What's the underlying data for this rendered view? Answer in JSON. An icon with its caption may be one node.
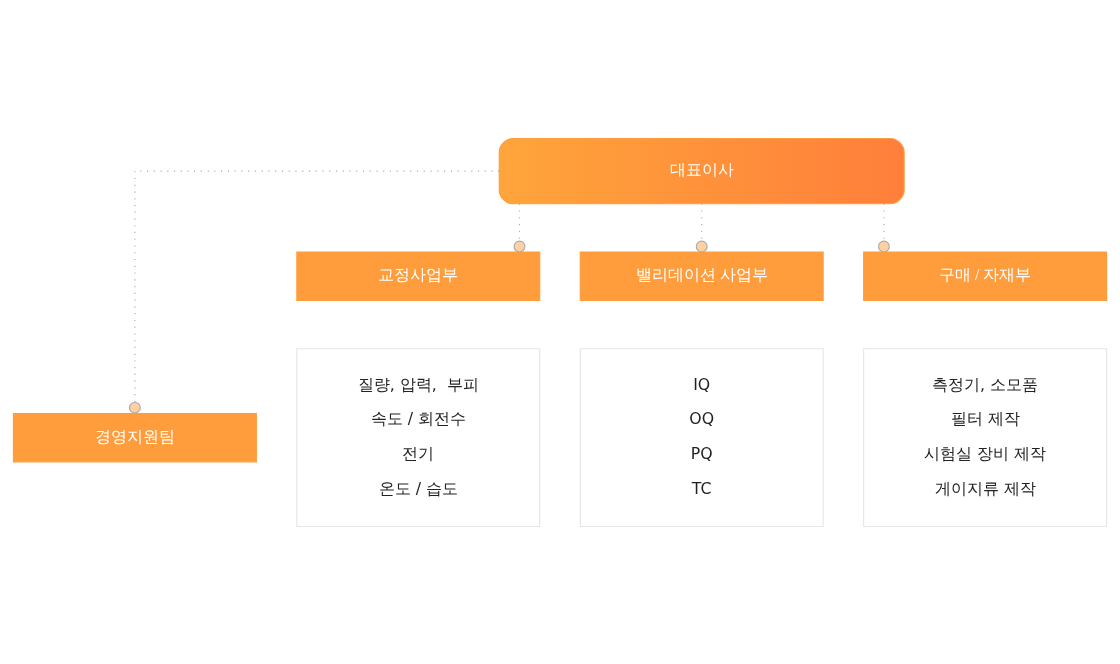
{
  "diagram": {
    "nodes": [
      {
        "text": [
          "대표이사"
        ]
      },
      {
        "text": [
          "경영지원팀"
        ]
      },
      {
        "text": [
          "교정사업부"
        ]
      },
      {
        "text": [
          "밸리데이션 사업부"
        ]
      },
      {
        "text": [
          "구매 / 자재부"
        ]
      },
      {
        "text": [
          "질량, 압력,  부피",
          "속도 / 회전수",
          "전기",
          "온도 / 습도"
        ]
      },
      {
        "text": [
          "IQ",
          "OQ",
          "PQ",
          "TC"
        ]
      },
      {
        "text": [
          "측정기, 소모품",
          "필터 제작",
          "시험실 장비 제작",
          "게이지류 제작"
        ]
      }
    ],
    "edges": [
      {
        "from": 0,
        "to": 1,
        "arrow": "other"
      },
      {
        "from": 0,
        "to": 2,
        "arrow": "other"
      },
      {
        "from": 0,
        "to": 3,
        "arrow": "other"
      },
      {
        "from": 0,
        "to": 4,
        "arrow": "other"
      }
    ]
  }
}
